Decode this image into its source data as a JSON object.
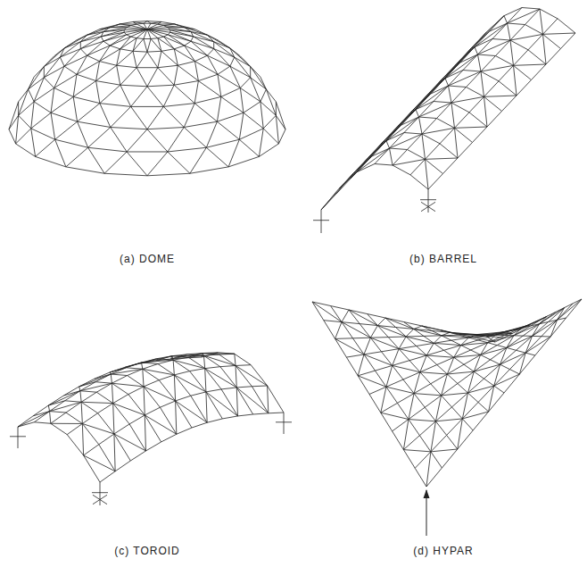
{
  "diagram": {
    "labels": [
      "(a) DOME",
      "(b) BARREL",
      "(c) TOROID",
      "(d) HYPAR"
    ]
  }
}
